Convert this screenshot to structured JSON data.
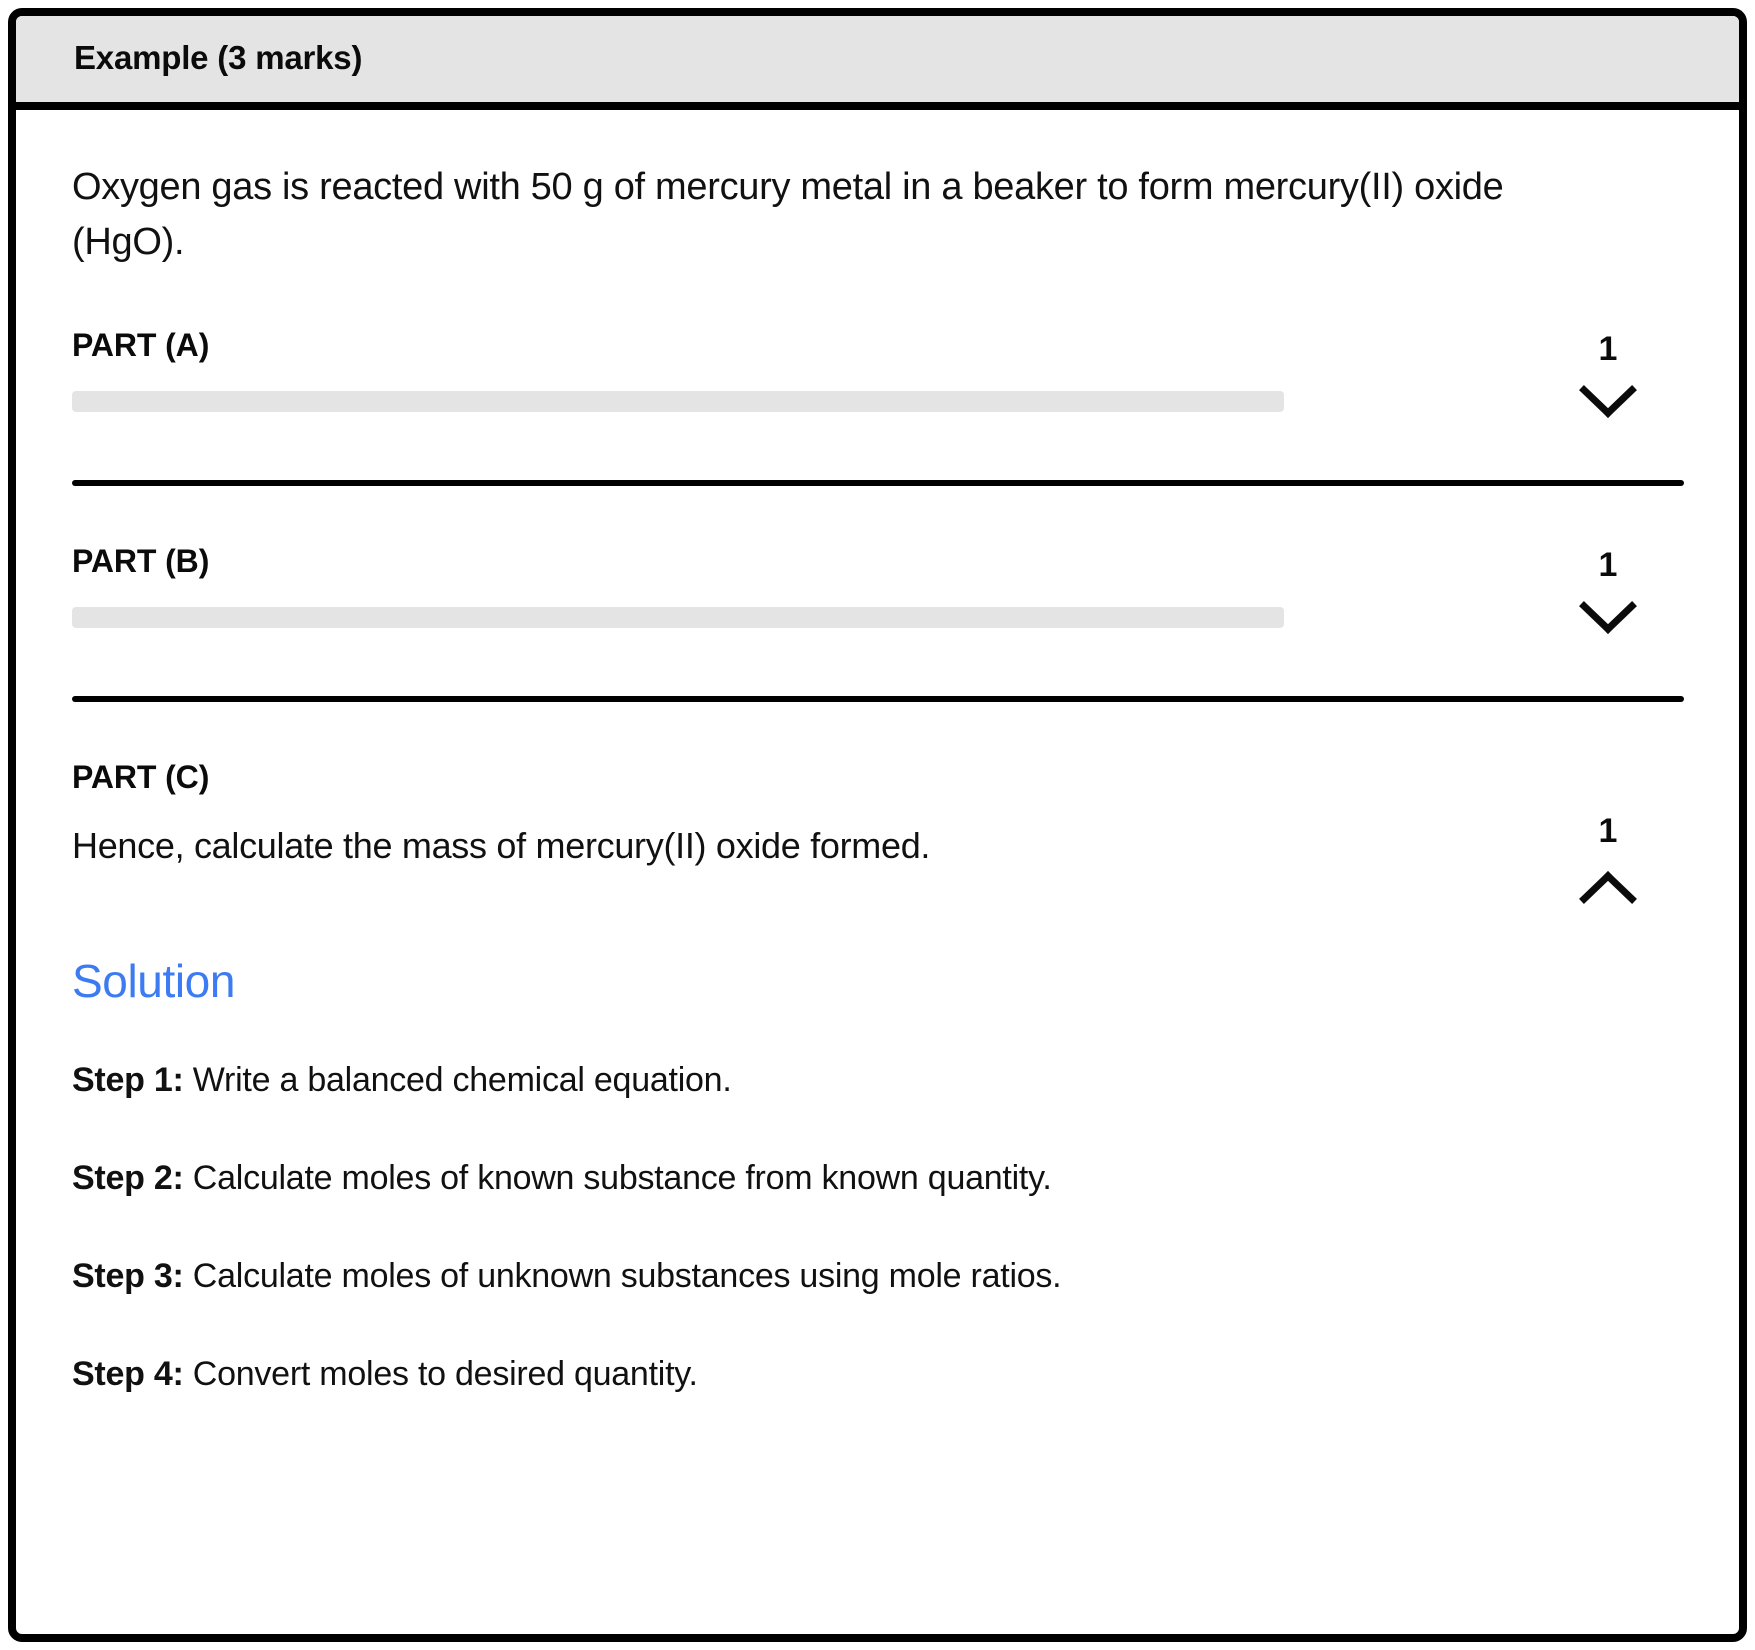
{
  "header": {
    "title": "Example (3 marks)"
  },
  "question": {
    "stem": "Oxygen gas is reacted with 50 g of mercury metal in a beaker to form mercury(II) oxide (HgO)."
  },
  "parts": [
    {
      "title": "PART (A)",
      "marks": "1",
      "expanded": false,
      "chevron": "chevron-down-icon",
      "question": "",
      "placeholder": true
    },
    {
      "title": "PART (B)",
      "marks": "1",
      "expanded": false,
      "chevron": "chevron-down-icon",
      "question": "",
      "placeholder": true
    },
    {
      "title": "PART (C)",
      "marks": "1",
      "expanded": true,
      "chevron": "chevron-up-icon",
      "question": "Hence, calculate the mass of mercury(II) oxide formed.",
      "placeholder": false
    }
  ],
  "solution": {
    "heading": "Solution",
    "steps": [
      {
        "label": "Step 1:",
        "text": " Write a balanced chemical equation."
      },
      {
        "label": "Step 2:",
        "text": " Calculate moles of known substance from known quantity."
      },
      {
        "label": "Step 3:",
        "text": " Calculate moles of unknown substances using mole ratios."
      },
      {
        "label": "Step 4:",
        "text": " Convert moles to desired quantity."
      }
    ]
  },
  "colors": {
    "accent_blue": "#3d7bf2",
    "header_background": "#e4e4e4",
    "placeholder_gray": "#e4e4e4",
    "border_black": "#000000",
    "text_black": "#111111"
  }
}
